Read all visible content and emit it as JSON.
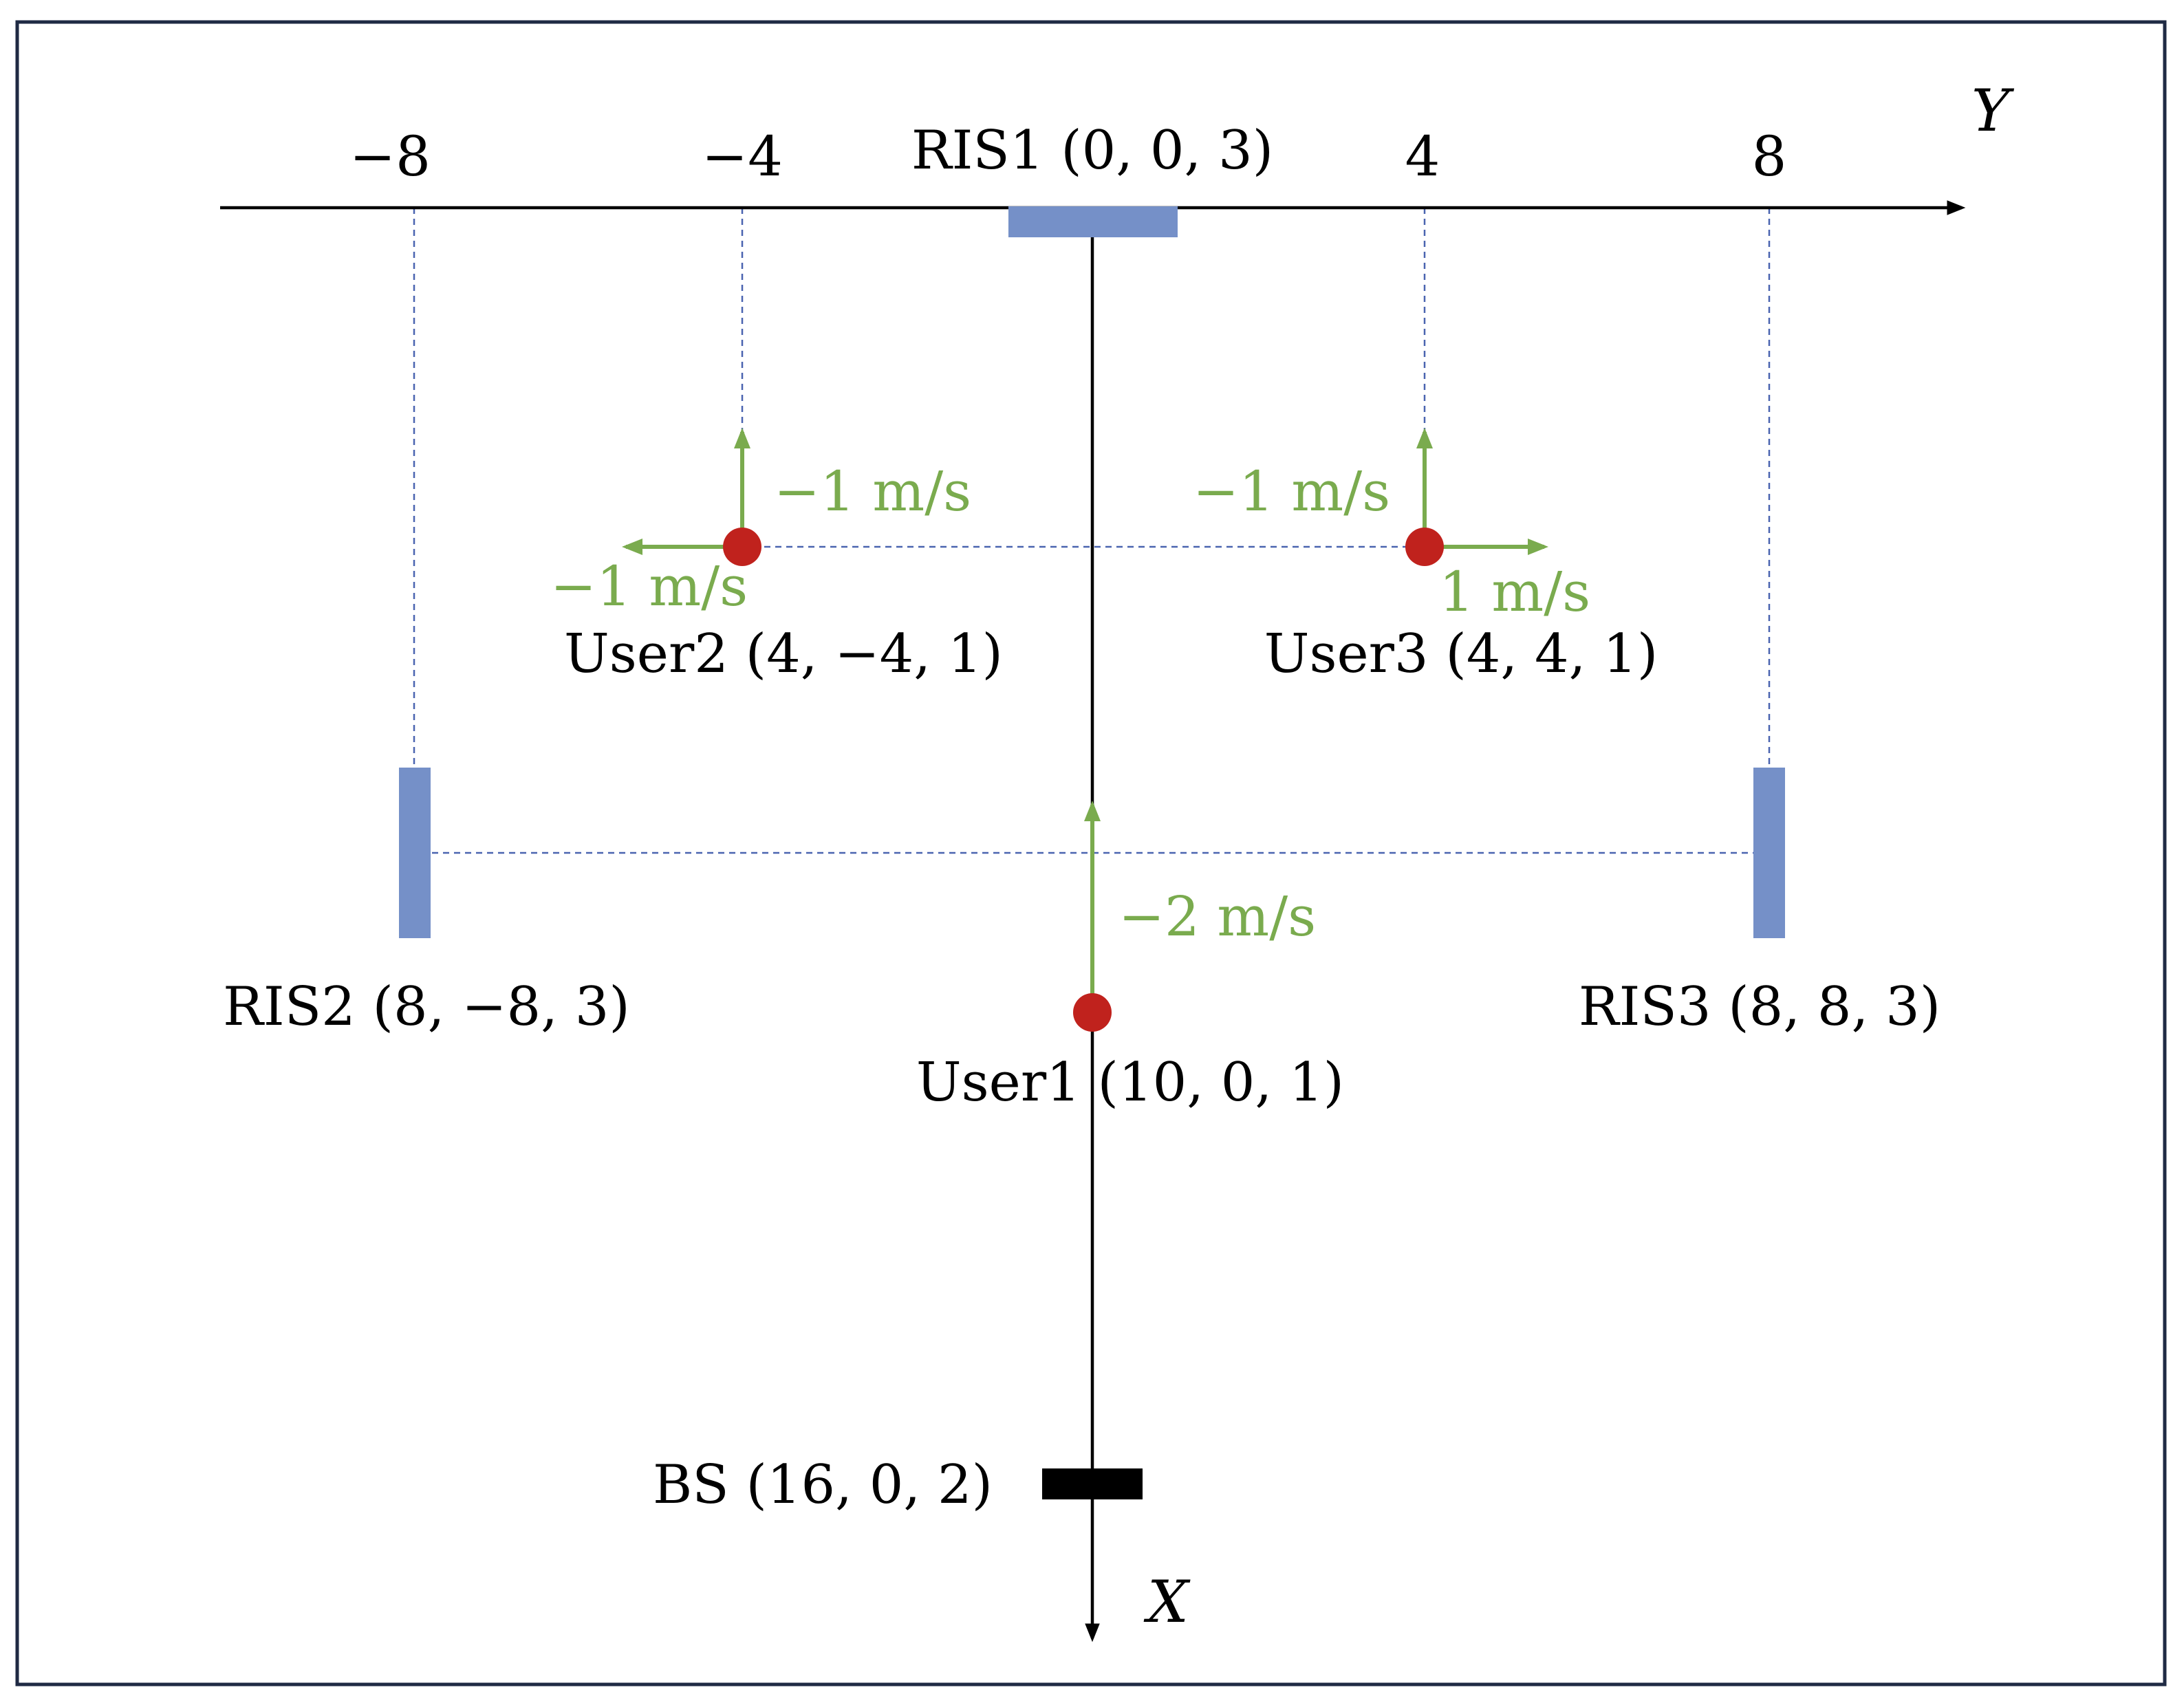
{
  "colors": {
    "frame": "#1f2a44",
    "axis": "#000000",
    "ris": "#7590c8",
    "user": "#c0221d",
    "velocity": "#7aab4e",
    "guide": "#4a64b0",
    "bs": "#000000"
  },
  "axes": {
    "y_name": "Y",
    "x_name": "X",
    "y_ticks": [
      {
        "value": -8,
        "label": "−8"
      },
      {
        "value": -4,
        "label": "−4"
      },
      {
        "value": 4,
        "label": "4"
      },
      {
        "value": 8,
        "label": "8"
      }
    ]
  },
  "nodes": [
    {
      "id": "ris1",
      "kind": "ris",
      "orientation": "horizontal",
      "x": 0,
      "y": 0,
      "z": 3,
      "label": "RIS1 (0, 0, 3)"
    },
    {
      "id": "ris2",
      "kind": "ris",
      "orientation": "vertical",
      "x": 8,
      "y": -8,
      "z": 3,
      "label": "RIS2 (8, −8, 3)"
    },
    {
      "id": "ris3",
      "kind": "ris",
      "orientation": "vertical",
      "x": 8,
      "y": 8,
      "z": 3,
      "label": "RIS3 (8, 8, 3)"
    },
    {
      "id": "user1",
      "kind": "user",
      "x": 10,
      "y": 0,
      "z": 1,
      "label": "User1 (10, 0, 1)"
    },
    {
      "id": "user2",
      "kind": "user",
      "x": 4,
      "y": -4,
      "z": 1,
      "label": "User2 (4, −4, 1)"
    },
    {
      "id": "user3",
      "kind": "user",
      "x": 4,
      "y": 4,
      "z": 1,
      "label": "User3 (4, 4, 1)"
    },
    {
      "id": "bs",
      "kind": "bs",
      "x": 16,
      "y": 0,
      "z": 2,
      "label": "BS (16, 0, 2)"
    }
  ],
  "velocities": [
    {
      "user": "user1",
      "direction": "up",
      "label": "−2 m/s"
    },
    {
      "user": "user2",
      "direction": "up",
      "label": "−1 m/s"
    },
    {
      "user": "user2",
      "direction": "left",
      "label": "−1 m/s"
    },
    {
      "user": "user3",
      "direction": "up",
      "label": "−1 m/s"
    },
    {
      "user": "user3",
      "direction": "right",
      "label": "1 m/s"
    }
  ]
}
